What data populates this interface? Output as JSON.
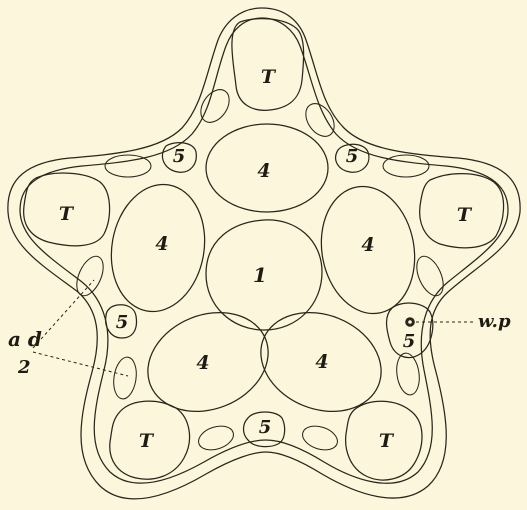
{
  "labels": {
    "tooth": "T",
    "plate_4": "4",
    "plate_5": "5",
    "plate_1": "1",
    "ad": "a d",
    "ad_index": "2",
    "wp": "w.p"
  },
  "colors": {
    "paper": "#fbf6dc",
    "ink": "#2b261a"
  }
}
